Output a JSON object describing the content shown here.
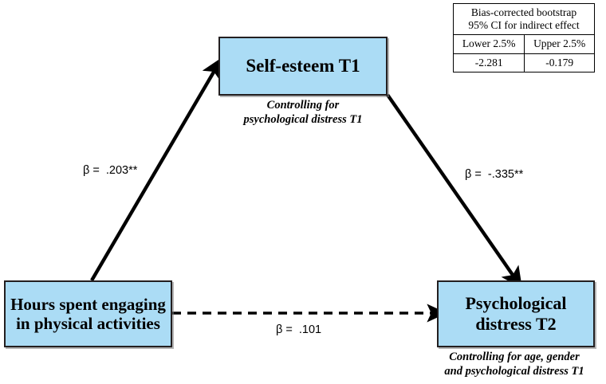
{
  "diagram": {
    "type": "mediation-path-diagram",
    "colors": {
      "node_fill": "#ABDCF5",
      "node_border": "#231F20",
      "arrow": "#000000",
      "background": "#FFFFFF"
    },
    "nodes": {
      "predictor": {
        "label": "Hours spent\nengaging in\nphysical activities",
        "caption": ""
      },
      "mediator": {
        "label": "Self-esteem T1",
        "caption": "Controlling for\npsychological distress T1"
      },
      "outcome": {
        "label": "Psychological\ndistress T2",
        "caption": "Controlling for age, gender\nand psychological distress T1"
      }
    },
    "paths": {
      "a": {
        "label": "β =  .203**",
        "from": "predictor",
        "to": "mediator",
        "style": "solid",
        "coefficient": ".203",
        "significance": "**"
      },
      "b": {
        "label": "β =  -.335**",
        "from": "mediator",
        "to": "outcome",
        "style": "solid",
        "coefficient": "-.335",
        "significance": "**"
      },
      "c": {
        "label": "β =  .101",
        "from": "predictor",
        "to": "outcome",
        "style": "dashed",
        "coefficient": ".101",
        "significance": ""
      }
    }
  },
  "stats_table": {
    "title": "Bias-corrected bootstrap\n95% CI for indirect effect",
    "headers": [
      "Lower 2.5%",
      "Upper 2.5%"
    ],
    "values": [
      "-2.281",
      "-0.179"
    ]
  }
}
